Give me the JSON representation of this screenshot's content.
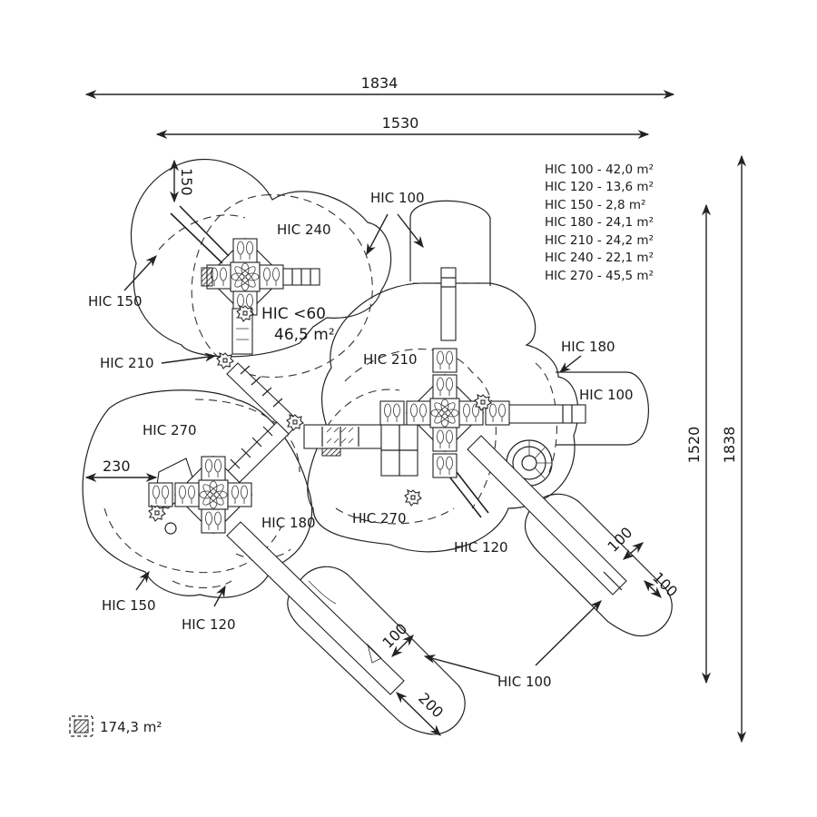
{
  "colors": {
    "line": "#222222",
    "background": "#ffffff"
  },
  "dimensions": {
    "overall_width": "1834",
    "structure_width": "1530",
    "structure_height": "1520",
    "overall_height": "1838",
    "top_clearance": "150",
    "left_clearance": "230",
    "slide_exit_width_1": "100",
    "slide_exit_length_1": "200",
    "slide_exit_width_2": "100",
    "slide_exit_length_2": "100"
  },
  "legend": {
    "items": [
      "HIC 100 - 42,0 m²",
      "HIC 120 - 13,6 m²",
      "HIC 150 - 2,8 m²",
      "HIC 180 - 24,1 m²",
      "HIC 210 - 24,2 m²",
      "HIC 240 - 22,1 m²",
      "HIC 270 - 45,5 m²"
    ]
  },
  "zones": {
    "hic240": "HIC 240",
    "hic_lt60": "HIC <60",
    "hic_lt60_area": "46,5 m²",
    "hic100_top": "HIC 100",
    "hic150_left": "HIC 150",
    "hic210_left": "HIC 210",
    "hic210_center": "HIC 210",
    "hic180_right": "HIC 180",
    "hic100_right": "HIC 100",
    "hic270_left": "HIC 270",
    "hic270_center": "HIC 270",
    "hic180_lower": "HIC 180",
    "hic120_center": "HIC 120",
    "hic150_bottom": "HIC 150",
    "hic120_bottom": "HIC 120",
    "hic100_bottom": "HIC 100"
  },
  "footer": {
    "icon": "hatched-area-icon",
    "total_area": "174,3 m²"
  }
}
